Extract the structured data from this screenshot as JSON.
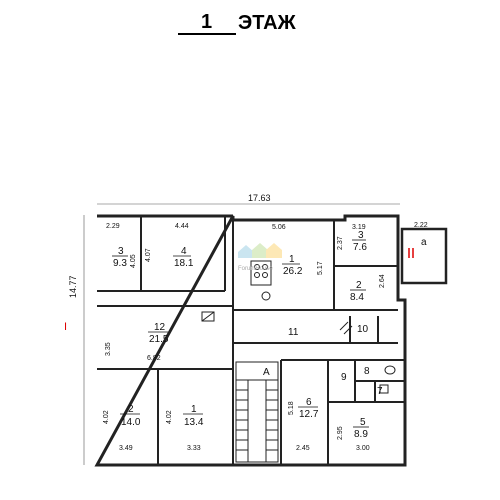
{
  "title": {
    "number": "1",
    "text": "ЭТАЖ"
  },
  "overall": {
    "width": "17.63",
    "height": "14.77",
    "left_marker": "I"
  },
  "rooms": [
    {
      "id": "r3a",
      "num": "3",
      "area": "9.3"
    },
    {
      "id": "r4",
      "num": "4",
      "area": "18.1"
    },
    {
      "id": "r1a",
      "num": "1",
      "area": "26.2"
    },
    {
      "id": "r3b",
      "num": "3",
      "area": "7.6"
    },
    {
      "id": "ra",
      "num": "а",
      "area": ""
    },
    {
      "id": "r2a",
      "num": "2",
      "area": "8.4"
    },
    {
      "id": "r12",
      "num": "12",
      "area": "21.5"
    },
    {
      "id": "r11",
      "num": "11",
      "area": ""
    },
    {
      "id": "r10",
      "num": "10",
      "area": ""
    },
    {
      "id": "r9",
      "num": "9",
      "area": ""
    },
    {
      "id": "r8",
      "num": "8",
      "area": ""
    },
    {
      "id": "r7",
      "num": "7",
      "area": ""
    },
    {
      "id": "r6",
      "num": "6",
      "area": "12.7"
    },
    {
      "id": "r5",
      "num": "5",
      "area": "8.9"
    },
    {
      "id": "r2b",
      "num": "2",
      "area": "14.0"
    },
    {
      "id": "r1b",
      "num": "1",
      "area": "13.4"
    },
    {
      "id": "rA",
      "num": "A",
      "area": ""
    }
  ],
  "dims": {
    "d229": "2.29",
    "d444": "4.44",
    "d506": "5.06",
    "d319": "3.19",
    "d222": "2.22",
    "d405": "4.05",
    "d407": "4.07",
    "d237": "2.37",
    "d517": "5.17",
    "d264": "2.64",
    "d335": "3.35",
    "d682": "6.82",
    "d402a": "4.02",
    "d402b": "4.02",
    "d349": "3.49",
    "d333": "3.33",
    "d518": "5.18",
    "d245": "2.45",
    "d295": "2.95",
    "d300": "3.00"
  },
  "marker_II": "II",
  "watermark": "ForumHouse"
}
